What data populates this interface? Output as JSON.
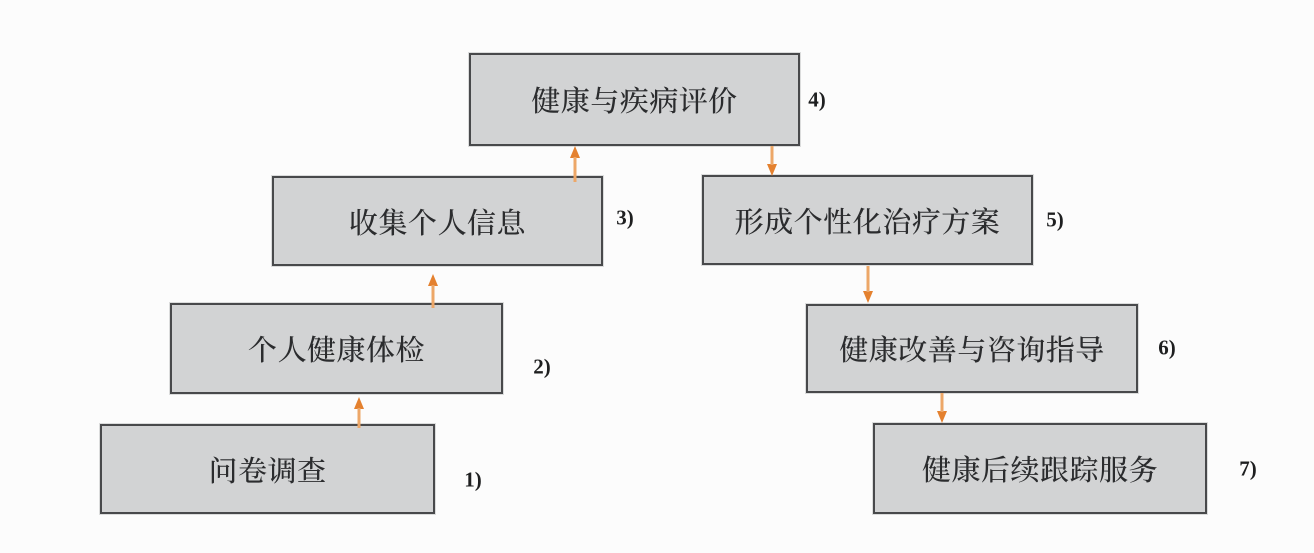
{
  "figure": {
    "background_color": "#fcfcfc",
    "box_fill_color": "#d2d3d4",
    "box_border_color": "#48494b",
    "box_text_color": "#2b2c2e",
    "arrow_line_color": "#eda768",
    "arrow_head_color": "#e4812f"
  },
  "diagram": {
    "type": "flowchart",
    "boxes": [
      {
        "step": 1,
        "text": "问卷调查",
        "label": "1)"
      },
      {
        "step": 2,
        "text": "个人健康体检",
        "label": "2)"
      },
      {
        "step": 3,
        "text": "收集个人信息",
        "label": "3)"
      },
      {
        "step": 4,
        "text": "健康与疾病评价",
        "label": "4)"
      },
      {
        "step": 5,
        "text": "形成个性化治疗方案",
        "label": "5)"
      },
      {
        "step": 6,
        "text": "健康改善与咨询指导",
        "label": "6)"
      },
      {
        "step": 7,
        "text": "健康后续跟踪服务",
        "label": "7)"
      }
    ],
    "connections": [
      {
        "from": 1,
        "to": 2,
        "direction": "up"
      },
      {
        "from": 2,
        "to": 3,
        "direction": "up"
      },
      {
        "from": 3,
        "to": 4,
        "direction": "up"
      },
      {
        "from": 4,
        "to": 5,
        "direction": "down"
      },
      {
        "from": 5,
        "to": 6,
        "direction": "down"
      },
      {
        "from": 6,
        "to": 7,
        "direction": "down"
      }
    ]
  }
}
